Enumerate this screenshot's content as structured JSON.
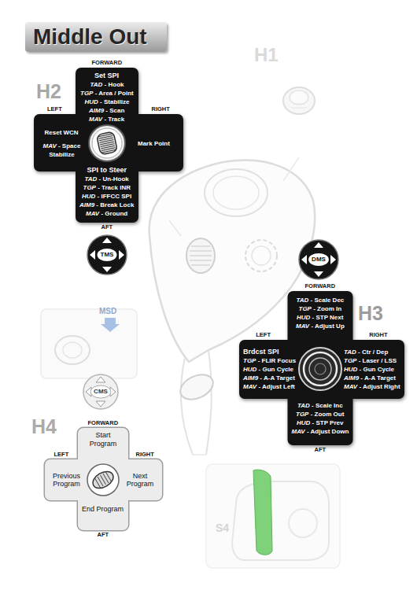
{
  "diagram": {
    "title": "Middle Out",
    "nodes": [
      {
        "text": [
          "FORWARD",
          "Set SPI",
          "TAD - Hook",
          "TGP - Area / Point",
          "HUD - Stabilize",
          "AIM9 - Scan",
          "MAV - Track",
          "LEFT",
          "Reset WCN",
          "MAV - Space Stabilize",
          "RIGHT",
          "Mark Point",
          "SPI to Steer",
          "TAD - Un-Hook",
          "TGP - Track INR",
          "HUD - IFFCC SPI",
          "AIM9 - Break Lock",
          "MAV - Ground",
          "AFT"
        ]
      },
      {
        "text": [
          "TMS"
        ]
      },
      {
        "text": [
          "DMS"
        ]
      },
      {
        "text": [
          "FORWARD",
          "TAD - Scale Dec",
          "TGP - Zoom In",
          "HUD - STP Next",
          "MAV - Adjust Up",
          "LEFT",
          "Brdcst SPI",
          "TGP - FLIR Focus",
          "HUD - Gun Cycle",
          "AIM9 - A-A Target",
          "MAV - Adjust Left",
          "RIGHT",
          "TAD - Ctr / Dep",
          "TGP - Laser / LSS",
          "HUD - Gun Cycle",
          "AIM9 - A-A Target",
          "MAV - Adjust Right",
          "TAD - Scale Inc",
          "TGP - Zoom Out",
          "HUD - STP Prev",
          "MAV - Adjust Down",
          "AFT"
        ]
      },
      {
        "text": [
          "CMS"
        ]
      },
      {
        "text": [
          "FORWARD",
          "Start Program",
          "LEFT",
          "Previous Program",
          "RIGHT",
          "Next Program",
          "End Program",
          "AFT"
        ]
      }
    ],
    "labels": [
      "H1",
      "H2",
      "H3",
      "H4",
      "MSD",
      "S4"
    ]
  }
}
